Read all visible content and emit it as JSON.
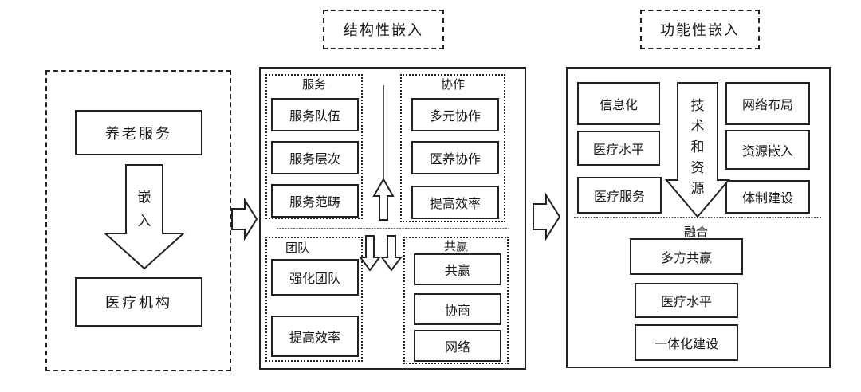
{
  "header": {
    "structural_title": "结构性嵌入",
    "functional_title": "功能性嵌入"
  },
  "left": {
    "top": "养老服务",
    "bottom": "医疗机构",
    "arrow_chars": [
      "嵌",
      "入"
    ]
  },
  "middle": {
    "service": {
      "title": "服务",
      "items": [
        "服务队伍",
        "服务层次",
        "服务范畴"
      ]
    },
    "cooperation": {
      "title": "协作",
      "items": [
        "多元协作",
        "医养协作",
        "提高效率"
      ]
    },
    "team": {
      "title": "团队",
      "items": [
        "强化团队",
        "提高效率"
      ]
    },
    "winwin": {
      "title": "共赢",
      "items": [
        "共赢",
        "协商",
        "网络"
      ]
    }
  },
  "right": {
    "left_items": [
      "信息化",
      "医疗水平",
      "医疗服务"
    ],
    "right_items": [
      "网络布局",
      "资源嵌入",
      "体制建设"
    ],
    "arrow_chars": [
      "技",
      "术",
      "和",
      "资",
      "源"
    ],
    "fusion_label": "融合",
    "bottom_items": [
      "多方共赢",
      "医疗水平",
      "一体化建设"
    ]
  }
}
